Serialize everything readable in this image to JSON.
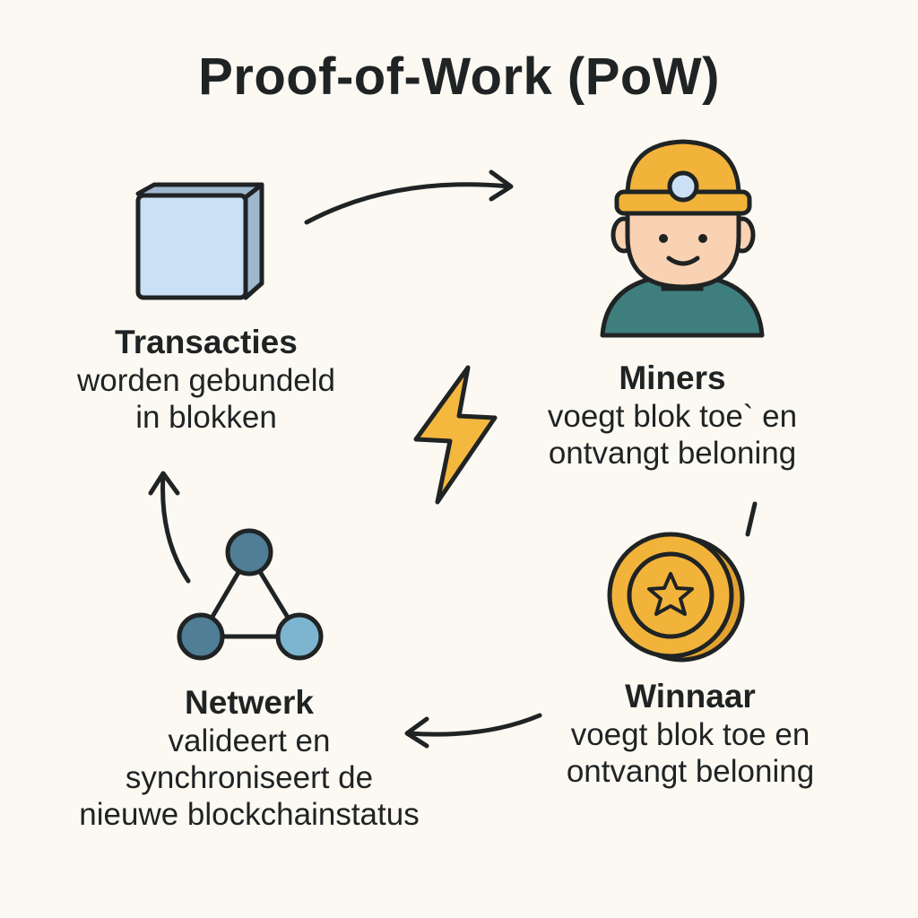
{
  "title": "Proof-of-Work (PoW)",
  "steps": {
    "transacties": {
      "heading": "Transacties",
      "lines": [
        "worden gebundeld",
        "in blokken"
      ],
      "icon": "block-cube-icon"
    },
    "miners": {
      "heading": "Miners",
      "lines": [
        "voegt blok toe` en",
        "ontvangt beloning"
      ],
      "icon": "miner-helmet-icon"
    },
    "winnaar": {
      "heading": "Winnaar",
      "lines": [
        "voegt blok toe en",
        "ontvangt beloning"
      ],
      "icon": "star-coin-icon"
    },
    "netwerk": {
      "heading": "Netwerk",
      "lines": [
        "valideert en",
        "synchroniseert de",
        "nieuwe blockchainstatus"
      ],
      "icon": "network-nodes-icon"
    }
  },
  "center_icon": "lightning-bolt-icon",
  "colors": {
    "background": "#fcf9f2",
    "outline": "#1f2324",
    "block": "#c9e0f5",
    "helmet": "#f2b33a",
    "skin": "#f8d2b2",
    "shirt": "#3e7f7e",
    "coin": "#f2b33a",
    "node_dark": "#4f7e96",
    "node_light": "#7db4cf",
    "bolt": "#f4b83e"
  }
}
